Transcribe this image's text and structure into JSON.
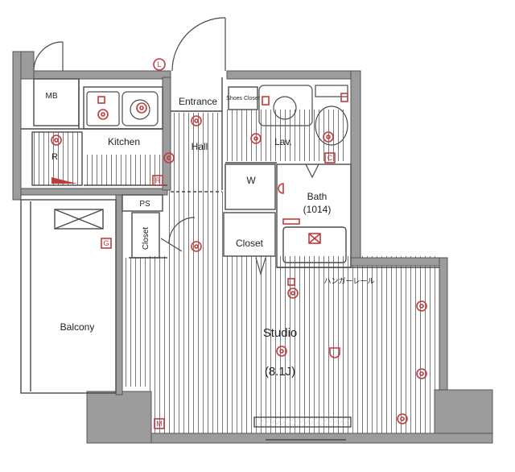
{
  "rooms": {
    "mb": "MB",
    "entrance": "Entrance",
    "shoes_closet": "Shoes Closet",
    "kitchen": "Kitchen",
    "hall": "Hall",
    "lavatory": "Lav.",
    "refrigerator": "R",
    "washer": "W",
    "bath": "Bath",
    "bath_size": "(1014)",
    "ps": "PS",
    "closet_left": "Closet",
    "closet_center": "Closet",
    "balcony": "Balcony",
    "studio": "Studio",
    "studio_size": "(8.1J)",
    "hanger_rail": "ハンガーレール"
  },
  "symbols": {
    "light": "L",
    "gas": "G",
    "c_mark": "C",
    "r_mark": "R",
    "m_mark": "M"
  },
  "colors": {
    "wall": "#9c9c9c",
    "line": "#4a4a4a",
    "symbol": "#c23b3b",
    "floor_lines": "#7a7a7a"
  }
}
